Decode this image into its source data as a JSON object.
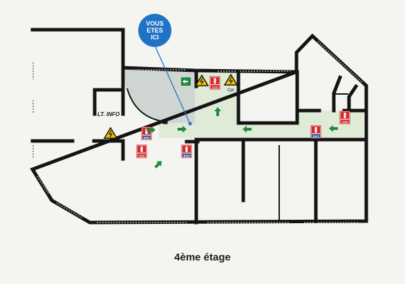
{
  "marker": {
    "lines": [
      "VOUS",
      "ETES",
      "ICI"
    ]
  },
  "room_label": "LT. INFO",
  "floor_title": "4ème étage",
  "extinguisher_labels": {
    "co2": "CO2",
    "water": "EAU"
  },
  "cabinet_label": "Cpt",
  "colors": {
    "corridor": "#dfead7",
    "lobby": "#cfd6d2",
    "marker": "#1f73c4",
    "arrow": "#1f8a3c",
    "extinguisher": "#d42a2a",
    "warning": "#f2c200",
    "wall": "#141414"
  },
  "icons": [
    "you-are-here-marker",
    "emergency-exit-icon",
    "high-voltage-warning-icon",
    "fire-extinguisher-icon",
    "evacuation-arrow-icon"
  ]
}
